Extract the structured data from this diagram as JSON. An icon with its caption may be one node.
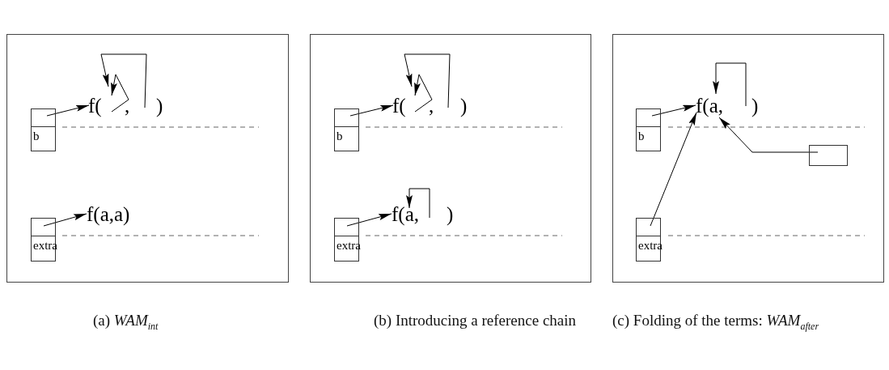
{
  "diagram": {
    "nodes": [
      {
        "text": [],
        "shape": "box"
      },
      {
        "text": [
          "b"
        ],
        "in": 0
      },
      {
        "text": [
          "f(",
          ",",
          ")"
        ],
        "in": 0
      },
      {
        "text": [
          "extra"
        ],
        "in": 0
      },
      {
        "text": [
          "f(a,a)"
        ],
        "in": 0
      },
      {
        "text": [],
        "shape": "box"
      },
      {
        "text": [
          "b"
        ],
        "in": 5
      },
      {
        "text": [
          "f(",
          ",",
          ")"
        ],
        "in": 5
      },
      {
        "text": [
          "extra"
        ],
        "in": 5
      },
      {
        "text": [
          "f(a,",
          ")"
        ],
        "in": 5
      },
      {
        "text": [],
        "shape": "box"
      },
      {
        "text": [
          "b"
        ],
        "in": 10
      },
      {
        "text": [
          "f(a,",
          ")"
        ],
        "in": 10
      },
      {
        "text": [
          "extra"
        ],
        "in": 10
      },
      {
        "text": [],
        "shape": "box",
        "in": 10
      }
    ],
    "edges": [
      {
        "from": 1,
        "to": 2,
        "arrow": "to"
      },
      {
        "from": 2,
        "to": 2,
        "arrow": "to"
      },
      {
        "from": 2,
        "to": 2,
        "arrow": "to"
      },
      {
        "from": 3,
        "to": 4,
        "arrow": "to"
      },
      {
        "from": 6,
        "to": 7,
        "arrow": "to"
      },
      {
        "from": 7,
        "to": 7,
        "arrow": "to"
      },
      {
        "from": 7,
        "to": 7,
        "arrow": "to"
      },
      {
        "from": 8,
        "to": 9,
        "arrow": "to"
      },
      {
        "from": 9,
        "to": 9,
        "arrow": "to"
      },
      {
        "from": 11,
        "to": 12,
        "arrow": "to"
      },
      {
        "from": 12,
        "to": 12,
        "arrow": "to"
      },
      {
        "from": 13,
        "to": 12,
        "arrow": "to"
      },
      {
        "from": 14,
        "to": 12,
        "arrow": "to"
      }
    ],
    "labels": [
      "(a) *WAM*$_{int}$",
      "(b) Introducing a reference chain",
      "(c) Folding of the terms: *WAM*$_{after}$"
    ]
  }
}
